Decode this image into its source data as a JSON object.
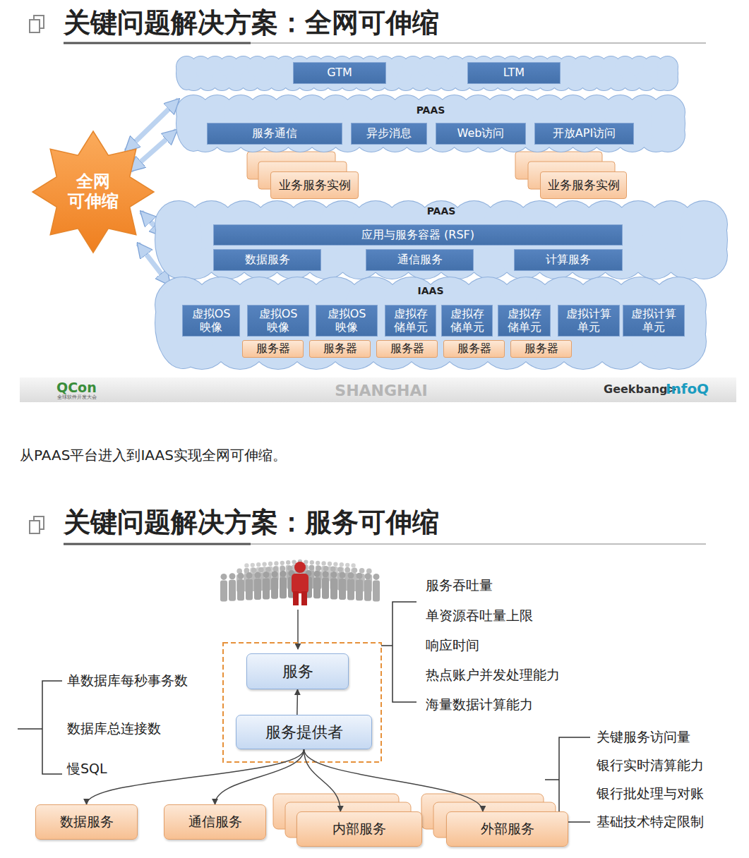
{
  "diagram": {
    "title": "关键问题解决方案：全网可伸缩",
    "caption": "从PAAS平台进入到IAAS实现全网可伸缩。",
    "nodes": [
      {
        "text": [
          "全网 可伸缩"
        ]
      },
      {
        "text": [
          "GTM"
        ]
      },
      {
        "text": [
          "LTM"
        ]
      },
      {
        "text": [
          "PAAS"
        ]
      },
      {
        "text": [
          "服务通信"
        ],
        "in": 3
      },
      {
        "text": [
          "异步消息"
        ],
        "in": 3
      },
      {
        "text": [
          "Web访问"
        ],
        "in": 3
      },
      {
        "text": [
          "开放API访问"
        ],
        "in": 3
      },
      {
        "text": [
          "业务服务实例"
        ]
      },
      {
        "text": [
          "业务服务实例"
        ]
      },
      {
        "text": [
          "PAAS"
        ]
      },
      {
        "text": [
          "应用与服务容器 (RSF)"
        ],
        "in": 10
      },
      {
        "text": [
          "数据服务"
        ],
        "in": 10
      },
      {
        "text": [
          "通信服务"
        ],
        "in": 10
      },
      {
        "text": [
          "计算服务"
        ],
        "in": 10
      },
      {
        "text": [
          "IAAS"
        ]
      },
      {
        "text": [
          "虚拟OS 映像"
        ],
        "in": 15
      },
      {
        "text": [
          "虚拟OS 映像"
        ],
        "in": 15
      },
      {
        "text": [
          "虚拟OS 映像"
        ],
        "in": 15
      },
      {
        "text": [
          "虚拟存 储单元"
        ],
        "in": 15
      },
      {
        "text": [
          "虚拟存 储单元"
        ],
        "in": 15
      },
      {
        "text": [
          "虚拟存 储单元"
        ],
        "in": 15
      },
      {
        "text": [
          "虚拟计算 单元"
        ],
        "in": 15
      },
      {
        "text": [
          "虚拟计算 单元"
        ],
        "in": 15
      },
      {
        "text": [
          "服务器"
        ],
        "in": 15
      },
      {
        "text": [
          "服务器"
        ],
        "in": 15
      },
      {
        "text": [
          "服务器"
        ],
        "in": 15
      },
      {
        "text": [
          "服务器"
        ],
        "in": 15
      },
      {
        "text": [
          "服务器"
        ],
        "in": 15
      },
      {
        "text": [
          "服务"
        ]
      },
      {
        "text": [
          "服务提供者"
        ]
      },
      {
        "text": [
          "数据服务"
        ]
      },
      {
        "text": [
          "通信服务"
        ]
      },
      {
        "text": [
          "内部服务"
        ]
      },
      {
        "text": [
          "外部服务"
        ]
      }
    ],
    "edges": [
      {
        "from": 0,
        "to": 3,
        "arrow": "both"
      },
      {
        "from": 0,
        "to": 10,
        "arrow": "both"
      },
      {
        "from": 0,
        "to": 15,
        "arrow": "both"
      },
      {
        "from": 30,
        "to": 29,
        "arrow": "to"
      },
      {
        "from": 30,
        "to": 31,
        "arrow": "to"
      },
      {
        "from": 30,
        "to": 32,
        "arrow": "to"
      },
      {
        "from": 30,
        "to": 33,
        "arrow": "to"
      },
      {
        "from": 30,
        "to": 34,
        "arrow": "to"
      }
    ],
    "labels": [
      "关键问题解决方案：服务可伸缩",
      "QCon",
      "全球软件开发大会",
      "SHANGHAI",
      "Geekbang>.",
      "InfoQ",
      "服务吞吐量",
      "单资源吞吐量上限",
      "响应时间",
      "热点账户并发处理能力",
      "海量数据计算能力",
      "单数据库每秒事务数",
      "数据库总连接数",
      "慢SQL",
      "关键服务访问量",
      "银行实时清算能力",
      "银行批处理与对账",
      "基础技术特定限制"
    ]
  }
}
